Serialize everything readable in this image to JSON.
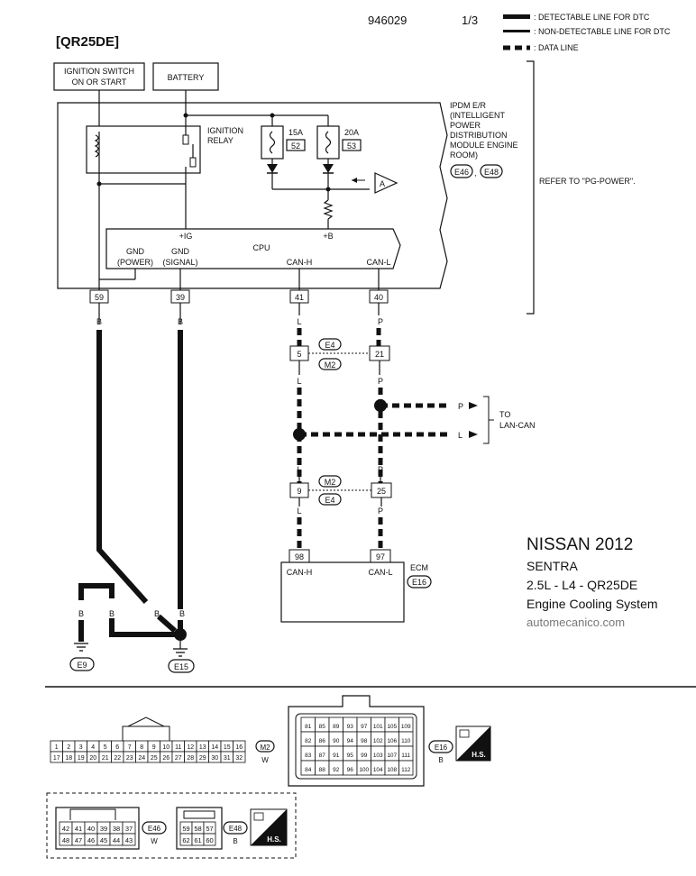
{
  "header": {
    "code": "946029",
    "page": "1/3",
    "model_tag": "[QR25DE]"
  },
  "legend": [
    {
      "label": ": DETECTABLE LINE FOR DTC"
    },
    {
      "label": ": NON-DETECTABLE LINE FOR DTC"
    },
    {
      "label": ": DATA LINE"
    }
  ],
  "sources": {
    "ignition_line1": "IGNITION SWITCH",
    "ignition_line2": "ON OR START",
    "battery": "BATTERY"
  },
  "ipdm": {
    "lines": [
      "IPDM E/R",
      "(INTELLIGENT",
      "POWER",
      "DISTRIBUTION",
      "MODULE ENGINE",
      "ROOM)"
    ],
    "connector_a": "E46",
    "connector_b": "E48",
    "sep": ",",
    "refer": "REFER TO \"PG-POWER\".",
    "relay_line1": "IGNITION",
    "relay_line2": "RELAY",
    "fuse1_amp": "15A",
    "fuse1_no": "52",
    "fuse2_amp": "20A",
    "fuse2_no": "53",
    "arrow_a": "A",
    "cpu": "CPU",
    "ig": "+IG",
    "b": "+B",
    "gnd_power_1": "GND",
    "gnd_power_2": "(POWER)",
    "gnd_signal_1": "GND",
    "gnd_signal_2": "(SIGNAL)",
    "can_h": "CAN-H",
    "can_l": "CAN-L",
    "pins": [
      "59",
      "39",
      "41",
      "40"
    ]
  },
  "wires": {
    "color_b": "B",
    "color_l": "L",
    "color_p": "P"
  },
  "junctions": {
    "top_conn_1": "E4",
    "top_conn_2": "M2",
    "top_pin_l": "5",
    "top_pin_p": "21",
    "bot_conn_1": "M2",
    "bot_conn_2": "E4",
    "bot_pin_l": "9",
    "bot_pin_p": "25",
    "to_line1": "TO",
    "to_line2": "LAN-CAN"
  },
  "ecm": {
    "label": "ECM",
    "connector": "E16",
    "pin_h": "98",
    "pin_l": "97",
    "can_h": "CAN-H",
    "can_l": "CAN-L"
  },
  "grounds": {
    "g1": "E9",
    "g2": "E15"
  },
  "title_block": {
    "make": "NISSAN 2012",
    "model": "SENTRA",
    "engine": "2.5L - L4 - QR25DE",
    "system": "Engine Cooling System",
    "site": "automecanico.com"
  },
  "connectors": {
    "m2": {
      "name": "M2",
      "color": "W",
      "row1": [
        "1",
        "2",
        "3",
        "4",
        "5",
        "6",
        "7",
        "8",
        "9",
        "10",
        "11",
        "12",
        "13",
        "14",
        "15",
        "16"
      ],
      "row2": [
        "17",
        "18",
        "19",
        "20",
        "21",
        "22",
        "23",
        "24",
        "25",
        "26",
        "27",
        "28",
        "29",
        "30",
        "31",
        "32"
      ]
    },
    "e16": {
      "name": "E16",
      "color": "B",
      "rows": [
        [
          "81",
          "85",
          "89",
          "93",
          "97",
          "101",
          "105",
          "109"
        ],
        [
          "82",
          "86",
          "90",
          "94",
          "98",
          "102",
          "106",
          "110"
        ],
        [
          "83",
          "87",
          "91",
          "95",
          "99",
          "103",
          "107",
          "111"
        ],
        [
          "84",
          "88",
          "92",
          "96",
          "100",
          "104",
          "108",
          "112"
        ]
      ]
    },
    "e46": {
      "name": "E46",
      "color": "W",
      "row1": [
        "42",
        "41",
        "40",
        "39",
        "38",
        "37"
      ],
      "row2": [
        "48",
        "47",
        "46",
        "45",
        "44",
        "43"
      ]
    },
    "e48": {
      "name": "E48",
      "color": "B",
      "row1": [
        "59",
        "58",
        "57"
      ],
      "row2": [
        "62",
        "61",
        "60"
      ]
    },
    "hs": "H.S."
  },
  "colors": {
    "ink": "#111111",
    "paper": "#ffffff"
  }
}
